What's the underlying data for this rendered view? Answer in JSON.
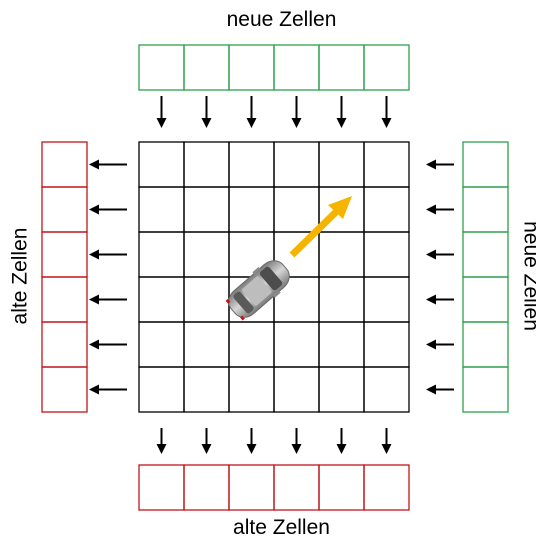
{
  "labels": {
    "top": "neue Zellen",
    "bottom": "alte Zellen",
    "left": "alte Zellen",
    "right": "neue Zellen"
  },
  "grid": {
    "rows": 6,
    "cols": 6
  },
  "strips": {
    "top": {
      "cells": 6,
      "status": "new"
    },
    "right": {
      "cells": 6,
      "status": "new"
    },
    "bottom": {
      "cells": 6,
      "status": "old"
    },
    "left": {
      "cells": 6,
      "status": "old"
    }
  },
  "colors": {
    "new": "#2ca24c",
    "old": "#c0161b",
    "grid": "#000000",
    "motion_arrow": "#f5b400",
    "car_body": "#9a9a9a"
  },
  "icons": {
    "vehicle": "car-icon",
    "direction": "direction-arrow-icon"
  }
}
